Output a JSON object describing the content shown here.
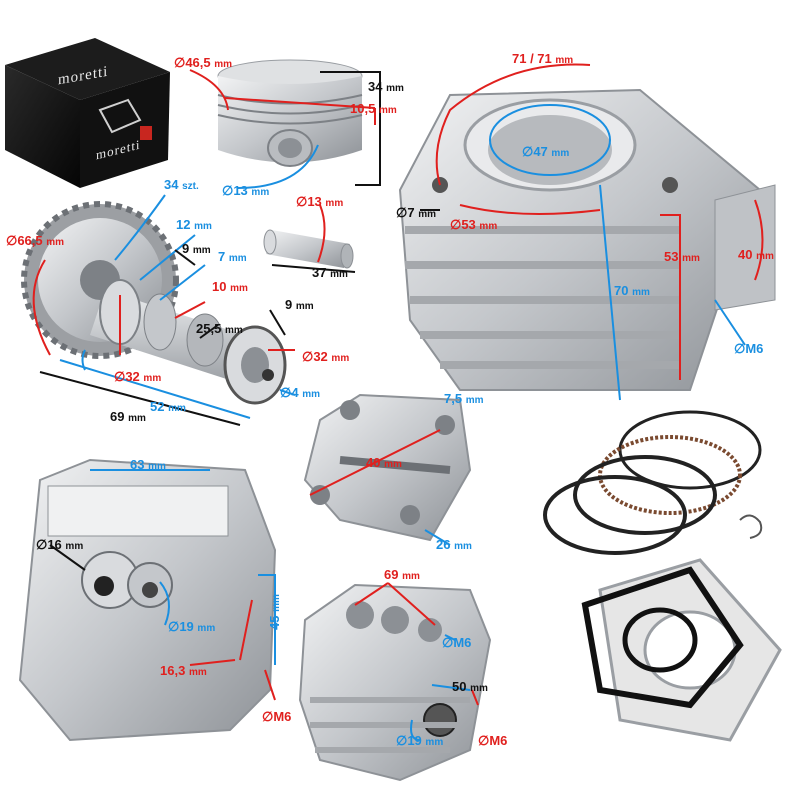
{
  "brand": {
    "name": "moretti"
  },
  "labels": {
    "piston_diameter": "46,5",
    "piston_height": "34",
    "piston_pin_offset": "10,5",
    "piston_pin_hole": "13",
    "pin_diameter": "13",
    "pin_length": "37",
    "sprocket_teeth": "34",
    "sprocket_teeth_unit": "szt.",
    "sprocket_diameter": "66,5",
    "cam_12": "12",
    "cam_9_top": "9",
    "cam_7": "7",
    "cam_10": "10",
    "cam_25_5": "25,5",
    "cam_9_right": "9",
    "bearing_left": "32",
    "bearing_right": "32",
    "cam_hole": "4",
    "cam_52": "52",
    "cam_69": "69",
    "cyl_stud_spacing": "71 / 71",
    "cyl_bore": "47",
    "cyl_stud_hole": "7",
    "cyl_bore_outer": "53",
    "cyl_height_70": "70",
    "cyl_height_53": "53",
    "cyl_port": "40",
    "cyl_thread": "M6",
    "rocker_7_5": "7,5",
    "rocker_40": "40",
    "rocker_26": "26",
    "head_63": "63",
    "head_16": "16",
    "head_19": "19",
    "head_45": "45",
    "head_16_3": "16,3",
    "head_m6": "M6",
    "head2_69": "69",
    "head2_m6_top": "M6",
    "head2_50": "50",
    "head2_19": "19",
    "head2_m6_bottom": "M6"
  },
  "unit": "mm",
  "colors": {
    "red": "#e0201e",
    "blue": "#1a8fe0",
    "black": "#111111",
    "metal": "#c9ccd0"
  }
}
